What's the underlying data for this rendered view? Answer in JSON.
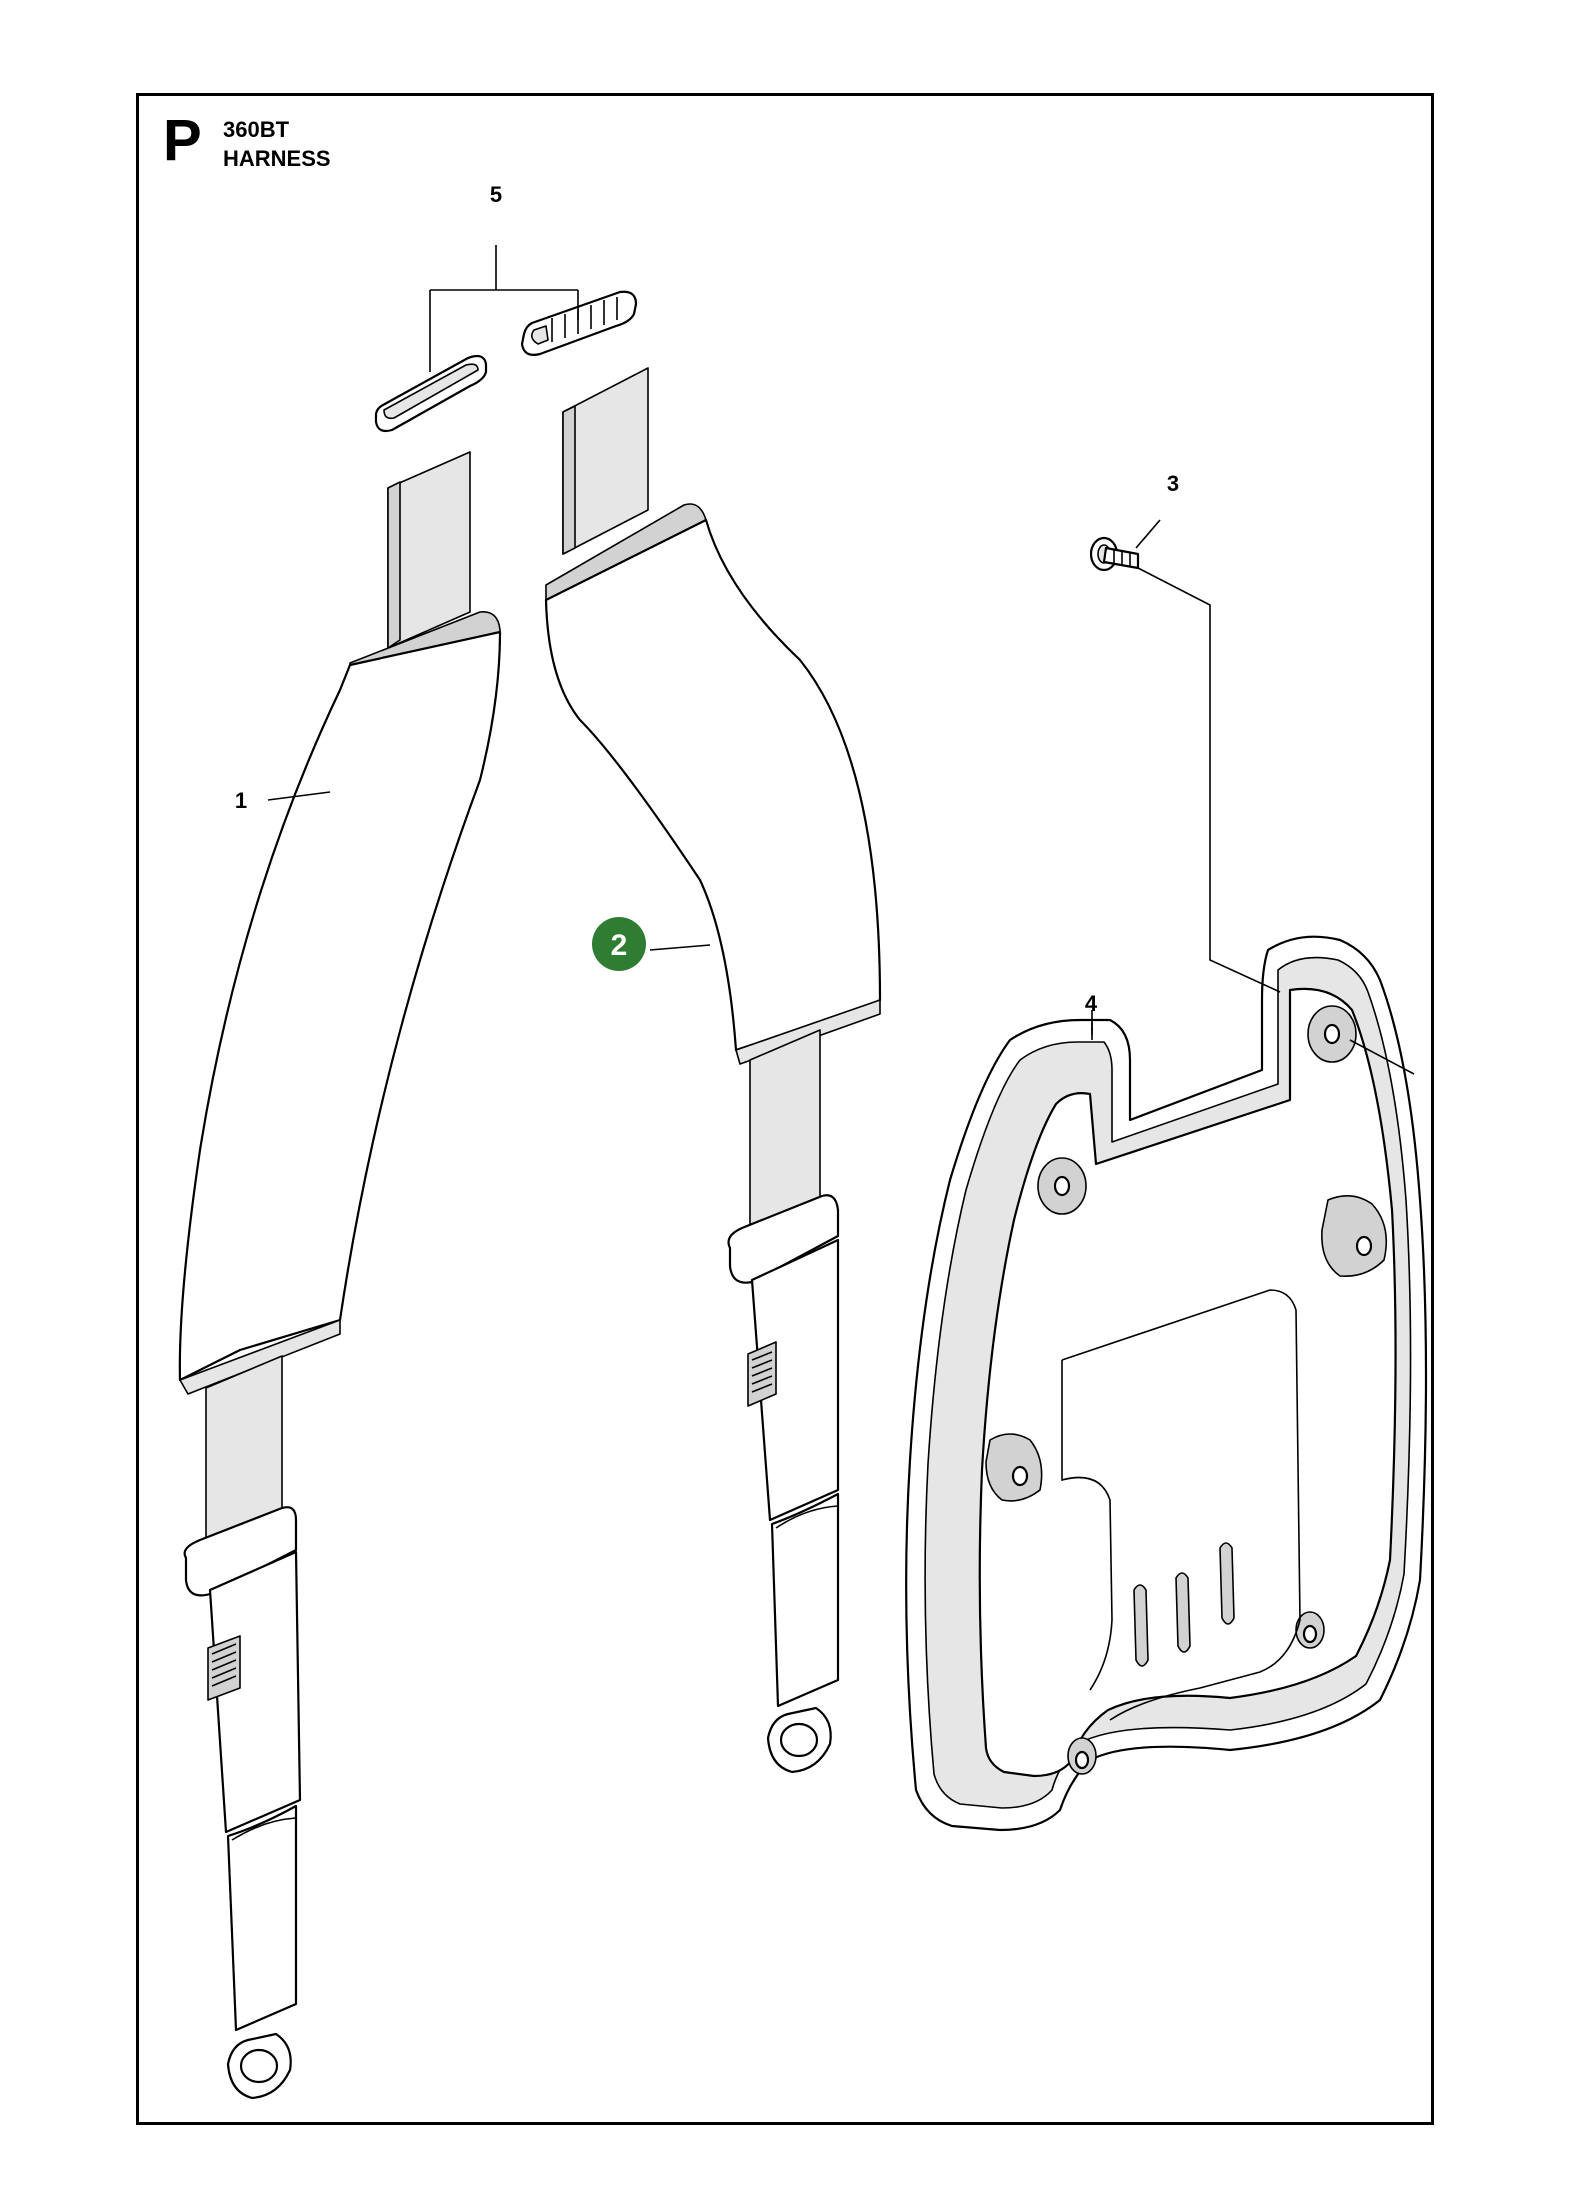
{
  "header": {
    "section_letter": "P",
    "model": "360BT",
    "title": "HARNESS"
  },
  "callouts": [
    {
      "id": "1",
      "label": "1",
      "highlighted": false
    },
    {
      "id": "2",
      "label": "2",
      "highlighted": true
    },
    {
      "id": "3",
      "label": "3",
      "highlighted": false
    },
    {
      "id": "4",
      "label": "4",
      "highlighted": false
    },
    {
      "id": "5",
      "label": "5",
      "highlighted": false
    }
  ],
  "colors": {
    "highlight": "#2e7d32",
    "line": "#000000",
    "fill_light": "#e6e6e6",
    "fill_mid": "#d2d2d2"
  }
}
